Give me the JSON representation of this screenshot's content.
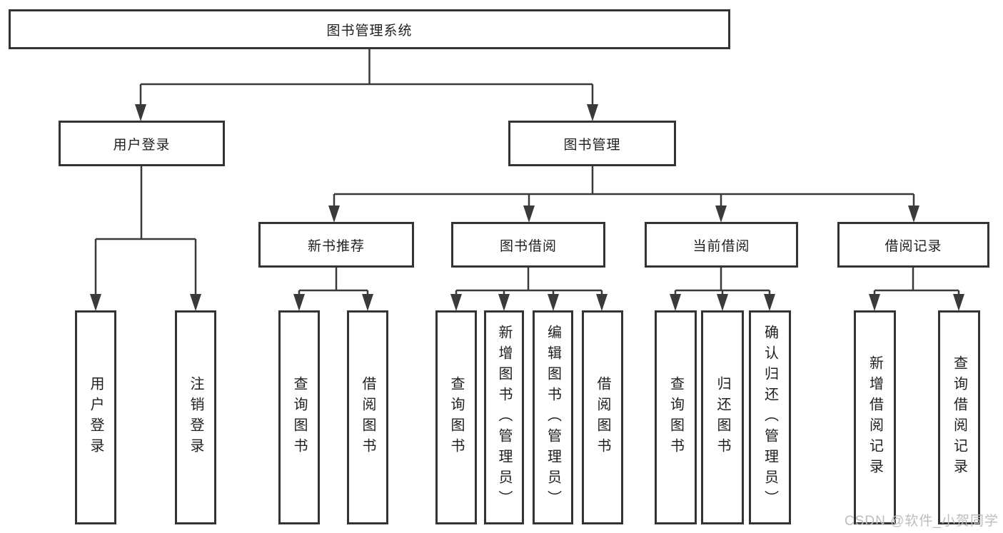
{
  "diagram_title": "图书管理系统",
  "tree": {
    "root": {
      "label": "图书管理系统",
      "children": [
        {
          "label": "用户登录",
          "children": [
            {
              "label": "用户登录"
            },
            {
              "label": "注销登录"
            }
          ]
        },
        {
          "label": "图书管理",
          "children": [
            {
              "label": "新书推荐",
              "children": [
                {
                  "label": "查询图书"
                },
                {
                  "label": "借阅图书"
                }
              ]
            },
            {
              "label": "图书借阅",
              "children": [
                {
                  "label": "查询图书"
                },
                {
                  "label": "新增图书（管理员）"
                },
                {
                  "label": "编辑图书（管理员）"
                },
                {
                  "label": "借阅图书"
                }
              ]
            },
            {
              "label": "当前借阅",
              "children": [
                {
                  "label": "查询图书"
                },
                {
                  "label": "归还图书"
                },
                {
                  "label": "确认归还（管理员）"
                }
              ]
            },
            {
              "label": "借阅记录",
              "children": [
                {
                  "label": "新增借阅记录"
                },
                {
                  "label": "查询借阅记录"
                }
              ]
            }
          ]
        }
      ]
    }
  },
  "watermark": {
    "text": "CSDN @软件_小贺同学"
  },
  "colors": {
    "line": "#3a3a3a",
    "box_border": "#333333",
    "text": "#1f1f1f",
    "background": "#ffffff",
    "watermark": "#bdbdbd"
  }
}
